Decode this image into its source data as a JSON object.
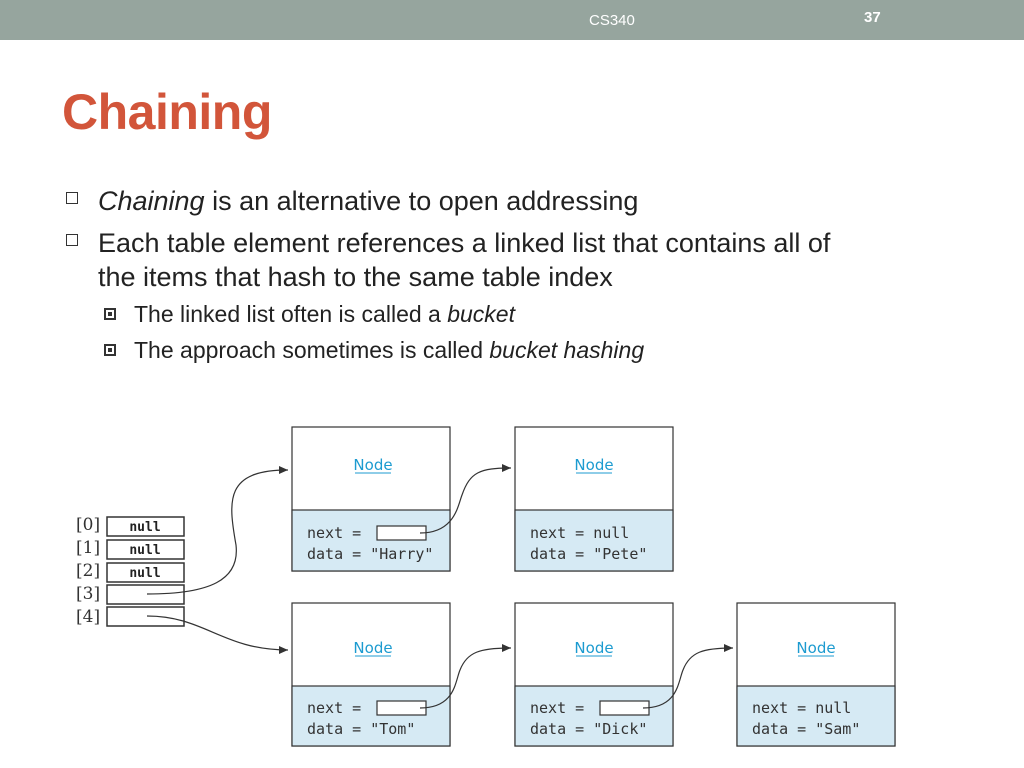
{
  "header": {
    "course": "CS340",
    "page_number": "37"
  },
  "title": "Chaining",
  "bullets": [
    {
      "em": "Chaining",
      "rest": " is an alternative to open addressing"
    },
    {
      "line1": "Each table element references a linked list that contains all of",
      "line2": "the items that hash to the same table index"
    }
  ],
  "sub_bullets": [
    {
      "text": "The linked list often is called a ",
      "em": "bucket"
    },
    {
      "text": "The approach sometimes is called ",
      "em": "bucket hashing"
    }
  ],
  "diagram": {
    "table": [
      {
        "index": "[0]",
        "value": "null"
      },
      {
        "index": "[1]",
        "value": "null"
      },
      {
        "index": "[2]",
        "value": "null"
      },
      {
        "index": "[3]",
        "value": ""
      },
      {
        "index": "[4]",
        "value": ""
      }
    ],
    "node_label": "Node",
    "nodes": [
      {
        "next": "next = ",
        "data": "data = \"Harry\""
      },
      {
        "next": "next = null",
        "data": "data = \"Pete\""
      },
      {
        "next": "next = ",
        "data": "data = \"Tom\""
      },
      {
        "next": "next = ",
        "data": "data = \"Dick\""
      },
      {
        "next": "next = null",
        "data": "data = \"Sam\""
      }
    ],
    "colors": {
      "node_fill": "#d6eaf4",
      "label": "#1c9bd0"
    }
  }
}
